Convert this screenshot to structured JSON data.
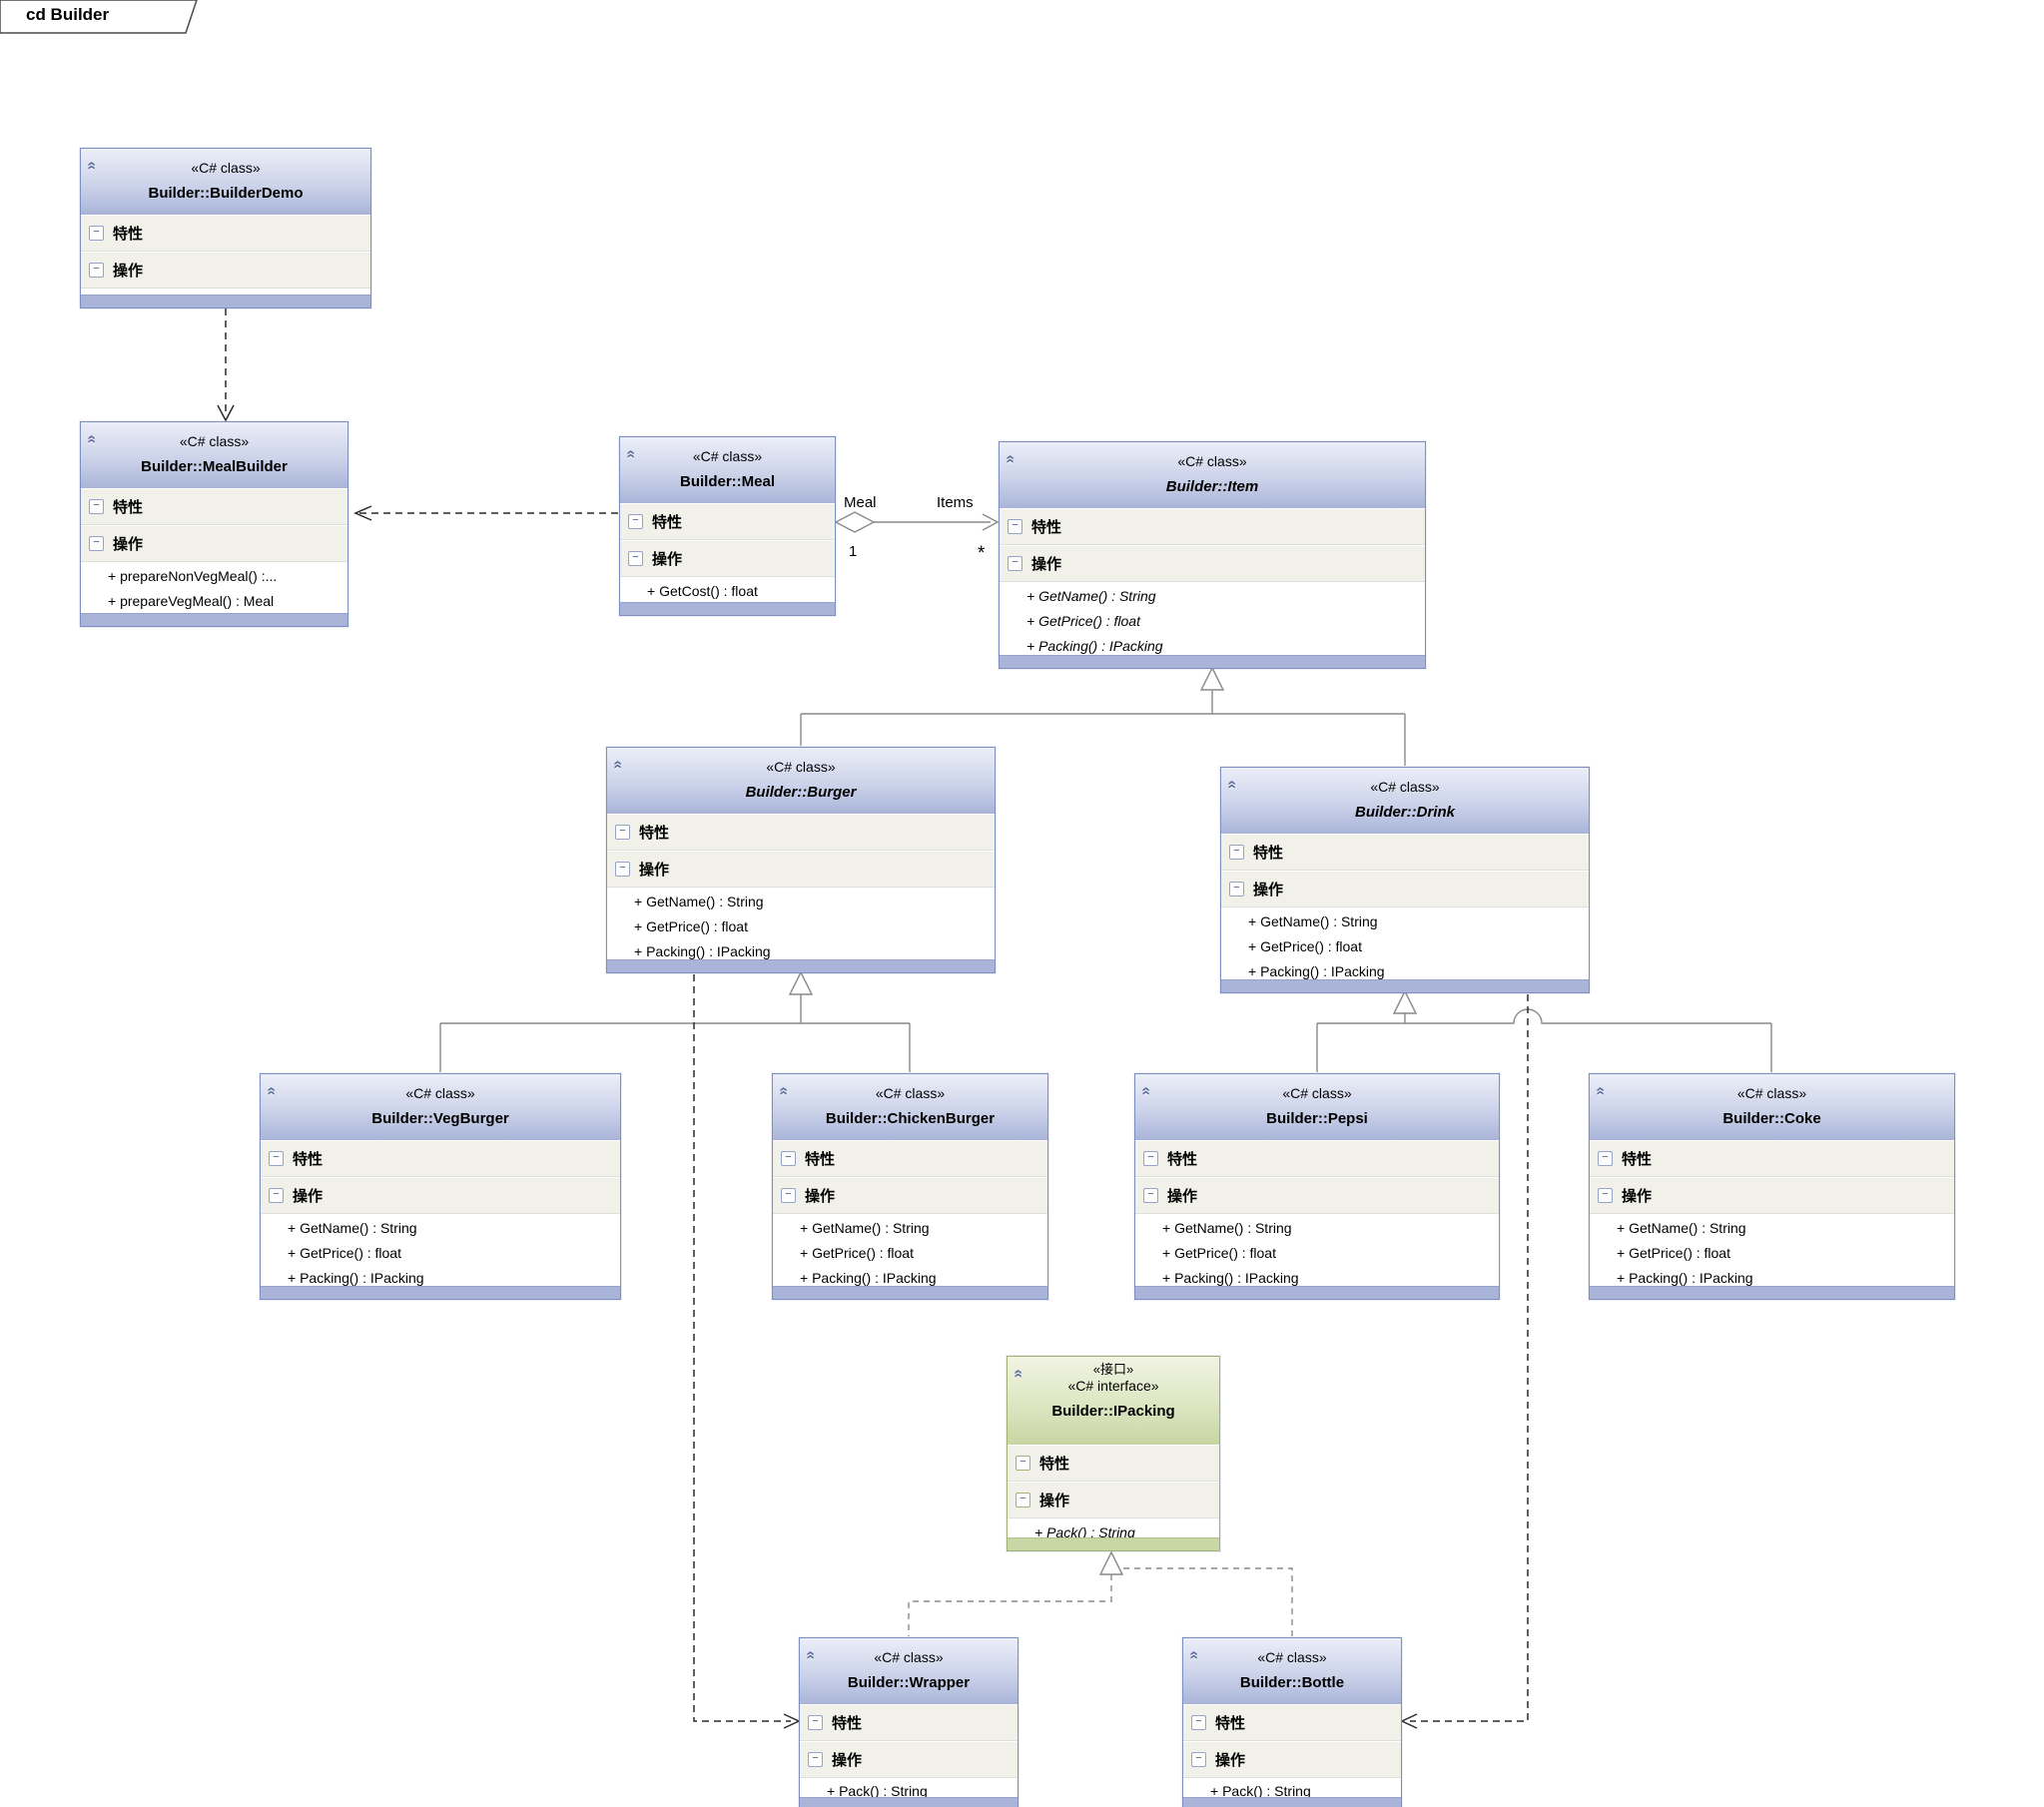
{
  "frame": {
    "label": "cd Builder"
  },
  "icons": {
    "collapse_chevron": "«",
    "section_minus": "−"
  },
  "sections": {
    "attributes_label": "特性",
    "operations_label": "操作"
  },
  "classes": {
    "builder_demo": {
      "stereotype": "«C# class»",
      "name": "Builder::BuilderDemo",
      "methods": []
    },
    "meal_builder": {
      "stereotype": "«C# class»",
      "name": "Builder::MealBuilder",
      "methods": [
        "+ prepareNonVegMeal() :...",
        "+ prepareVegMeal() : Meal"
      ]
    },
    "meal": {
      "stereotype": "«C# class»",
      "name": "Builder::Meal",
      "methods": [
        "+ GetCost() : float"
      ]
    },
    "item": {
      "stereotype": "«C# class»",
      "name": "Builder::Item",
      "methods": [
        "+ GetName() : String",
        "+ GetPrice() : float",
        "+ Packing() : IPacking"
      ]
    },
    "burger": {
      "stereotype": "«C# class»",
      "name": "Builder::Burger",
      "methods": [
        "+ GetName() : String",
        "+ GetPrice() : float",
        "+ Packing() : IPacking"
      ]
    },
    "drink": {
      "stereotype": "«C# class»",
      "name": "Builder::Drink",
      "methods": [
        "+ GetName() : String",
        "+ GetPrice() : float",
        "+ Packing() : IPacking"
      ]
    },
    "veg_burger": {
      "stereotype": "«C# class»",
      "name": "Builder::VegBurger",
      "methods": [
        "+ GetName() : String",
        "+ GetPrice() : float",
        "+ Packing() : IPacking"
      ]
    },
    "chicken_burger": {
      "stereotype": "«C# class»",
      "name": "Builder::ChickenBurger",
      "methods": [
        "+ GetName() : String",
        "+ GetPrice() : float",
        "+ Packing() : IPacking"
      ]
    },
    "pepsi": {
      "stereotype": "«C# class»",
      "name": "Builder::Pepsi",
      "methods": [
        "+ GetName() : String",
        "+ GetPrice() : float",
        "+ Packing() : IPacking"
      ]
    },
    "coke": {
      "stereotype": "«C# class»",
      "name": "Builder::Coke",
      "methods": [
        "+ GetName() : String",
        "+ GetPrice() : float",
        "+ Packing() : IPacking"
      ]
    },
    "ipacking": {
      "stereotype2": "«接口»",
      "stereotype": "«C# interface»",
      "name": "Builder::IPacking",
      "methods": [
        "+ Pack() : String"
      ]
    },
    "wrapper": {
      "stereotype": "«C# class»",
      "name": "Builder::Wrapper",
      "methods": [
        "+ Pack() : String"
      ]
    },
    "bottle": {
      "stereotype": "«C# class»",
      "name": "Builder::Bottle",
      "methods": [
        "+ Pack() : String"
      ]
    }
  },
  "relations": {
    "aggregation_meal_items": {
      "end1_role": "Meal",
      "end1_multiplicity": "1",
      "end2_role": "Items",
      "end2_multiplicity": "*"
    }
  },
  "colors": {
    "class_header_top": "#eceef8",
    "class_header_bottom": "#a9b4d8",
    "class_border": "#7d8ec0",
    "section_row": "#f1f1ea",
    "interface_header_bottom": "#c8d5a2",
    "interface_border": "#a0af72",
    "solid_connector": "#8a8a8a",
    "dashed_dependency": "#2b2b2b"
  }
}
